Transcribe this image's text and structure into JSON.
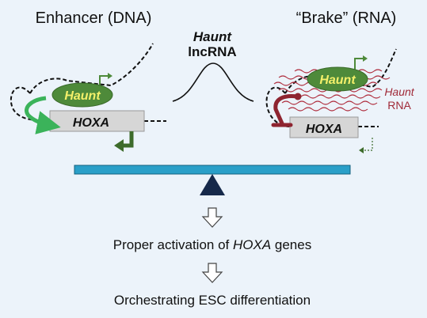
{
  "left_title": "Enhancer (DNA)",
  "right_title": "“Brake” (RNA)",
  "center_title_line1": "Haunt",
  "center_title_line2": "lncRNA",
  "left_enhancer_label": "Haunt",
  "left_gene_label": "HOXA",
  "right_enhancer_label": "Haunt",
  "right_gene_label": "HOXA",
  "rna_label_line1": "Haunt",
  "rna_label_line2": "RNA",
  "step1_prefix": "Proper activation of ",
  "step1_gene": "HOXA",
  "step1_suffix": " genes",
  "step2": "Orchestrating ESC differentiation",
  "colors": {
    "background": "#ecf3fa",
    "ellipse_fill": "#4e8a3a",
    "ellipse_text": "#f4f06a",
    "gene_box": "#d6d6d6",
    "activation_arrow": "#3bb35a",
    "dark_arrow": "#3d6b2b",
    "rna_strand": "#b03040",
    "brake_arm": "#8e2430",
    "balance_beam": "#2a9fc8",
    "fulcrum": "#16294a",
    "text": "#111111"
  }
}
